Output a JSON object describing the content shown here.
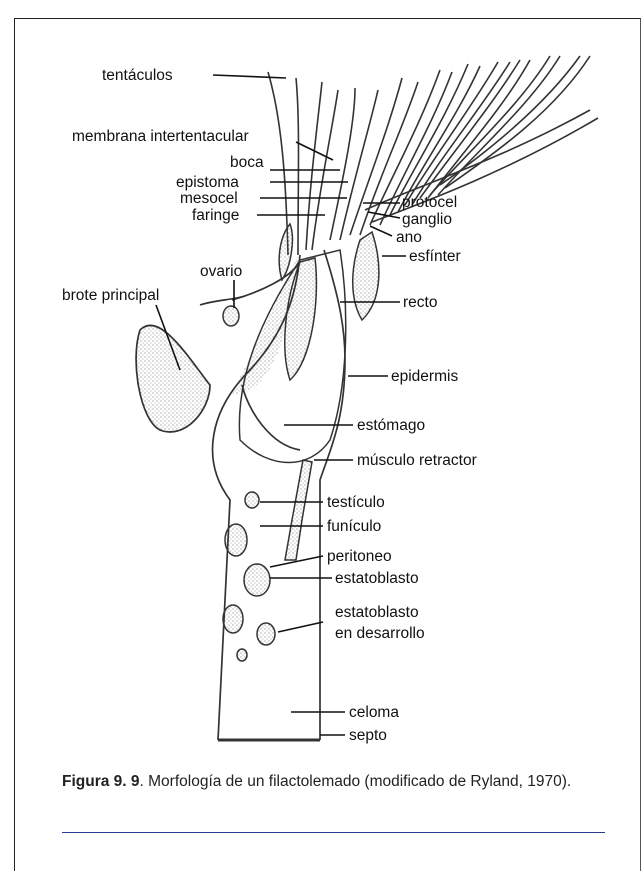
{
  "labels": {
    "tentaculos": "tentáculos",
    "membrana": "membrana intertentacular",
    "boca": "boca",
    "epistoma": "epistoma",
    "mesocel": "mesocel",
    "faringe": "faringe",
    "protocel": "protocel",
    "ganglio": "ganglio",
    "ano": "ano",
    "esfinter": "esfínter",
    "ovario": "ovario",
    "brote": "brote principal",
    "recto": "recto",
    "epidermis": "epidermis",
    "estomago": "estómago",
    "musculo": "músculo retractor",
    "testiculo": "testículo",
    "funiculo": "funículo",
    "peritoneo": "peritoneo",
    "estatoblasto": "estatoblasto",
    "estatoblasto_des_1": "estatoblasto",
    "estatoblasto_des_2": "en desarrollo",
    "celoma": "celoma",
    "septo": "septo"
  },
  "caption": {
    "bold": "Figura 9. 9",
    "text": ". Morfología de un filactolemado (modificado de Ryland, 1970)."
  }
}
